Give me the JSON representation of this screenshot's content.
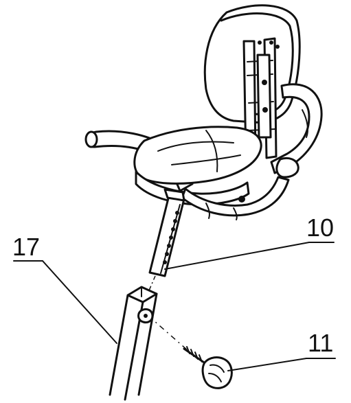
{
  "callouts": [
    {
      "id": "10",
      "label": "10"
    },
    {
      "id": "11",
      "label": "11"
    },
    {
      "id": "17",
      "label": "17"
    }
  ],
  "colors": {
    "line": "#111111",
    "background": "#ffffff"
  },
  "icons": [
    "seat-icon",
    "backrest-icon",
    "knob-icon"
  ]
}
